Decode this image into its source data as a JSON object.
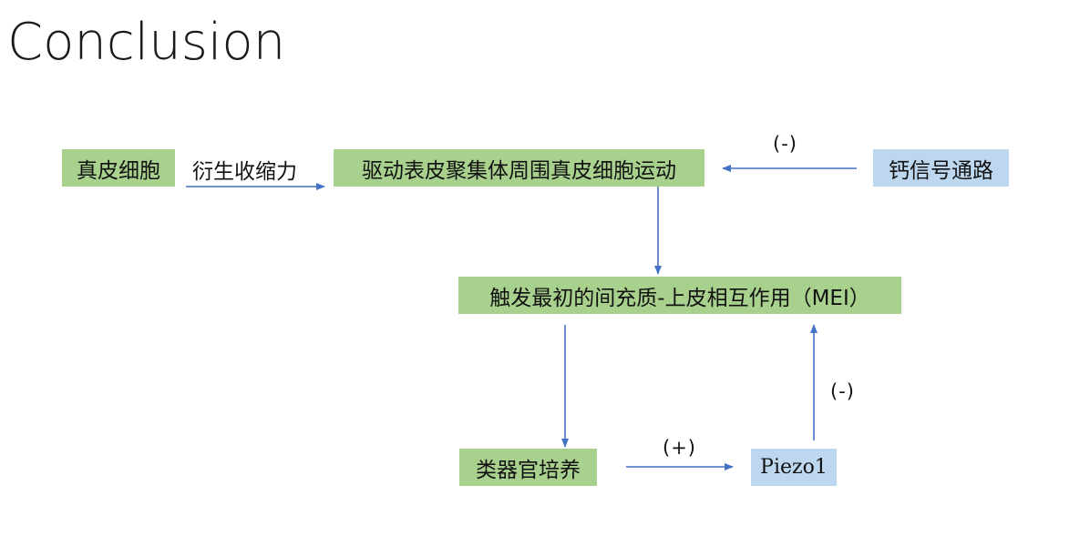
{
  "title": "Conclusion",
  "colors": {
    "green_box": "#a9d18e",
    "blue_box": "#bdd7ee",
    "arrow": "#4472c4"
  },
  "nodes": {
    "dermal_cells": "真皮细胞",
    "drive_movement": "驱动表皮聚集体周围真皮细胞运动",
    "calcium_signaling": "钙信号通路",
    "trigger_mei": "触发最初的间充质-上皮相互作用（MEI）",
    "organoid_culture": "类器官培养",
    "piezo1": "Piezo1"
  },
  "edges": {
    "dermal_to_drive": "衍生收缩力",
    "calcium_to_drive": "(-)",
    "organoid_to_piezo": "(+)",
    "piezo_to_mei": "(-)"
  }
}
